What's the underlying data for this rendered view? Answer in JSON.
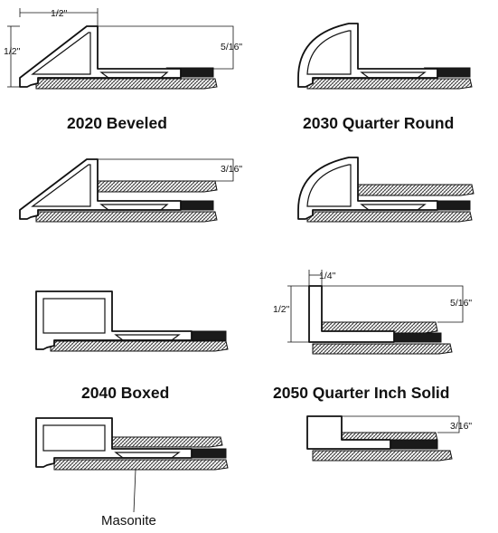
{
  "profiles": [
    {
      "id": "2020",
      "caption": "2020 Beveled"
    },
    {
      "id": "2030",
      "caption": "2030 Quarter Round"
    },
    {
      "id": "2040",
      "caption": "2040 Boxed"
    },
    {
      "id": "2050",
      "caption": "2050 Quarter Inch Solid"
    }
  ],
  "dimensions": {
    "width_half": "1/2\"",
    "height_half": "1/2\"",
    "depth_5_16_beveled": "5/16\"",
    "depth_3_16_beveled": "3/16\"",
    "width_quarter": "1/4\"",
    "height_half_solid": "1/2\"",
    "depth_5_16_solid": "5/16\"",
    "depth_3_16_solid": "3/16\""
  },
  "labels": {
    "masonite": "Masonite"
  }
}
